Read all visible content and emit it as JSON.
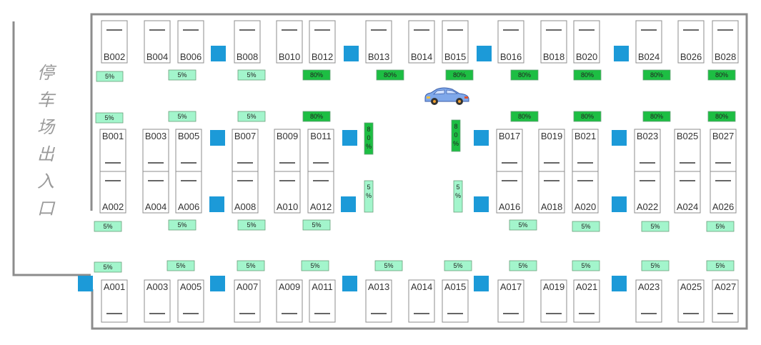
{
  "entrance_label": "停车场出入口",
  "colors": {
    "high_occupancy": "#1dbe43",
    "low_occupancy": "#a3f5cc",
    "pillar": "#1c9ad8",
    "wall": "#8c8c8c"
  },
  "rows": {
    "B_top": [
      "B002",
      "B004",
      "B006",
      "B008",
      "B010",
      "B012",
      "B013",
      "B014",
      "B015",
      "B016",
      "B018",
      "B020",
      "B024",
      "B026",
      "B028"
    ],
    "B_bottom": [
      "B001",
      "B003",
      "B005",
      "B007",
      "B009",
      "B011",
      "B017",
      "B019",
      "B021",
      "B023",
      "B025",
      "B027"
    ],
    "A_top": [
      "A002",
      "A004",
      "A006",
      "A008",
      "A010",
      "A012",
      "A016",
      "A018",
      "A020",
      "A022",
      "A024",
      "A026"
    ],
    "A_bottom": [
      "A001",
      "A003",
      "A005",
      "A007",
      "A009",
      "A011",
      "A013",
      "A014",
      "A015",
      "A017",
      "A019",
      "A021",
      "A023",
      "A025",
      "A027"
    ]
  },
  "occupancy_badges": {
    "row_1": [
      "5%",
      "5%",
      "5%",
      "80%",
      "80%",
      "80%",
      "80%",
      "80%",
      "80%",
      "80%"
    ],
    "row_2": [
      "5%",
      "5%",
      "5%",
      "80%",
      "80%",
      "80%",
      "80%",
      "80%"
    ],
    "row_3": [
      "5%",
      "5%",
      "5%",
      "5%",
      "5%",
      "5%",
      "5%",
      "5%"
    ],
    "row_4": [
      "5%",
      "5%",
      "5%",
      "5%",
      "5%",
      "5%",
      "5%",
      "5%",
      "5%",
      "5%"
    ],
    "vertical": [
      "80%",
      "80%",
      "5%",
      "5%"
    ]
  }
}
